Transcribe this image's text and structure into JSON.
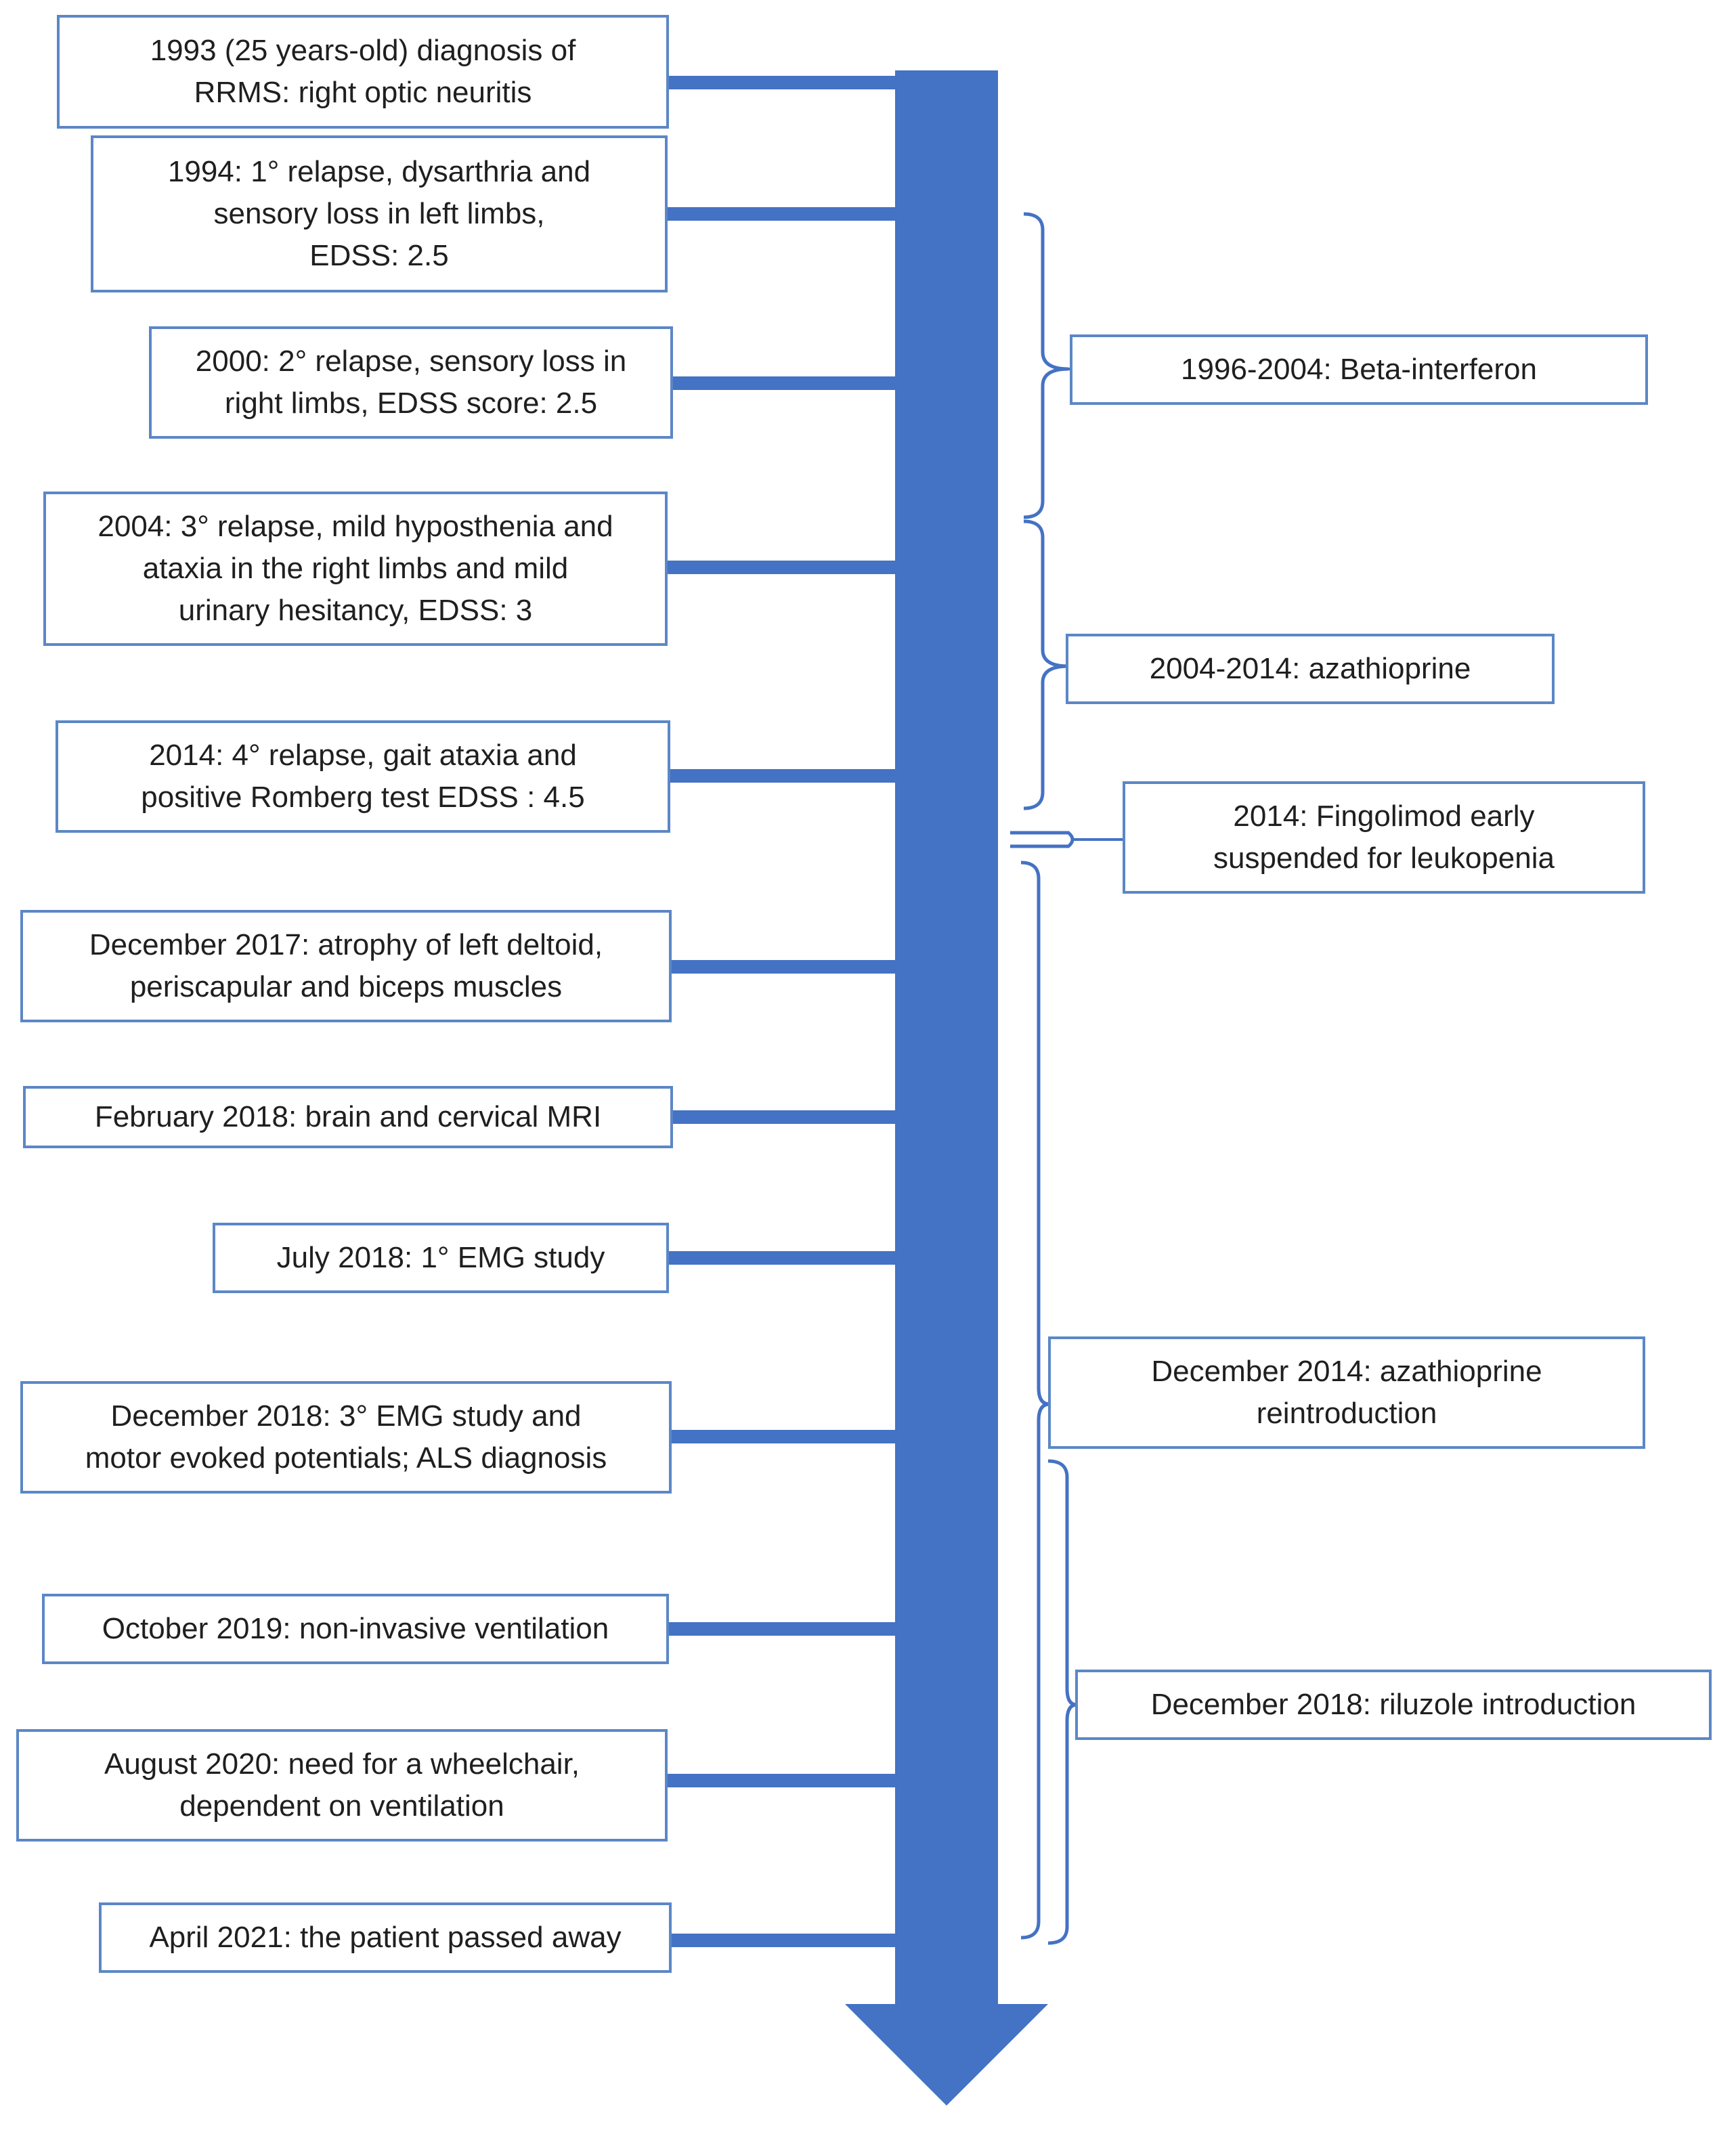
{
  "events": [
    {
      "text": "1993 (25 years-old) diagnosis of\nRRMS: right optic neuritis"
    },
    {
      "text": "1994: 1° relapse, dysarthria and\nsensory loss in left limbs,\nEDSS: 2.5"
    },
    {
      "text": "2000: 2° relapse, sensory loss in\nright limbs, EDSS score: 2.5"
    },
    {
      "text": "2004: 3° relapse, mild hyposthenia and\nataxia in the right limbs and mild\nurinary hesitancy, EDSS: 3"
    },
    {
      "text": "2014: 4° relapse, gait ataxia and\npositive Romberg test  EDSS : 4.5"
    },
    {
      "text": "December 2017: atrophy of left deltoid,\nperiscapular and biceps muscles"
    },
    {
      "text": "February 2018: brain and cervical MRI"
    },
    {
      "text": "July 2018: 1°  EMG study"
    },
    {
      "text": "December 2018: 3° EMG study and\nmotor evoked potentials; ALS diagnosis"
    },
    {
      "text": "October 2019: non-invasive ventilation"
    },
    {
      "text": "August 2020: need for a wheelchair,\ndependent on ventilation"
    },
    {
      "text": "April 2021: the patient passed away"
    }
  ],
  "therapies": [
    {
      "text": "1996-2004: Beta-interferon"
    },
    {
      "text": "2004-2014: azathioprine"
    },
    {
      "text": "2014: Fingolimod early\nsuspended for leukopenia"
    },
    {
      "text": "December 2014: azathioprine\nreintroduction"
    },
    {
      "text": "December 2018: riluzole introduction"
    }
  ],
  "colors": {
    "arrow": "#4472c4",
    "box_border": "#5b87c6",
    "text": "#1f1f1f"
  }
}
